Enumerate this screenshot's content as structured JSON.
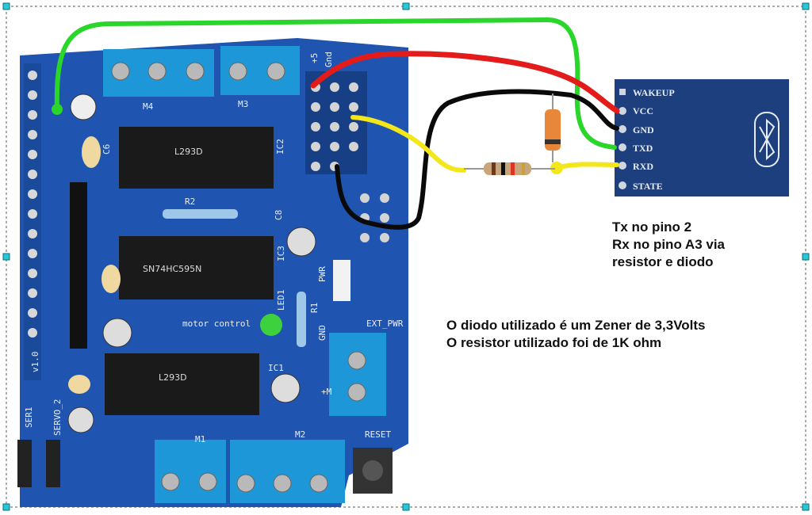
{
  "notes": {
    "pins": [
      "Tx no pino 2",
      "Rx no pino A3 via",
      "resistor e diodo"
    ],
    "components": [
      "O diodo utilizado é um Zener de 3,3Volts",
      "O resistor utilizado foi de 1K ohm"
    ]
  },
  "shield": {
    "chips": [
      "L293D",
      "SN74HC595N",
      "L293D"
    ],
    "labels": [
      "M1",
      "M2",
      "M3",
      "M4",
      "PWR",
      "EXT_PWR",
      "GND",
      "+M",
      "RESET",
      "motor control",
      "IC1",
      "IC2",
      "IC3",
      "LED1",
      "R1",
      "R2",
      "C6",
      "C8",
      "SER1",
      "SERVO_2",
      "v1.0",
      "+5",
      "Gnd"
    ]
  },
  "bluetooth_module": {
    "pins": [
      "WAKEUP",
      "VCC",
      "GND",
      "TXD",
      "RXD",
      "STATE"
    ]
  },
  "colors": {
    "board": "#1f55b0",
    "module": "#1e3f7e",
    "wire_vcc": "#e31b1b",
    "wire_gnd": "#0a0a0a",
    "wire_txd": "#2bd62b",
    "wire_rxd": "#f3e61a",
    "terminal": "#1d97d8",
    "selection_handle": "#28c8d8"
  }
}
